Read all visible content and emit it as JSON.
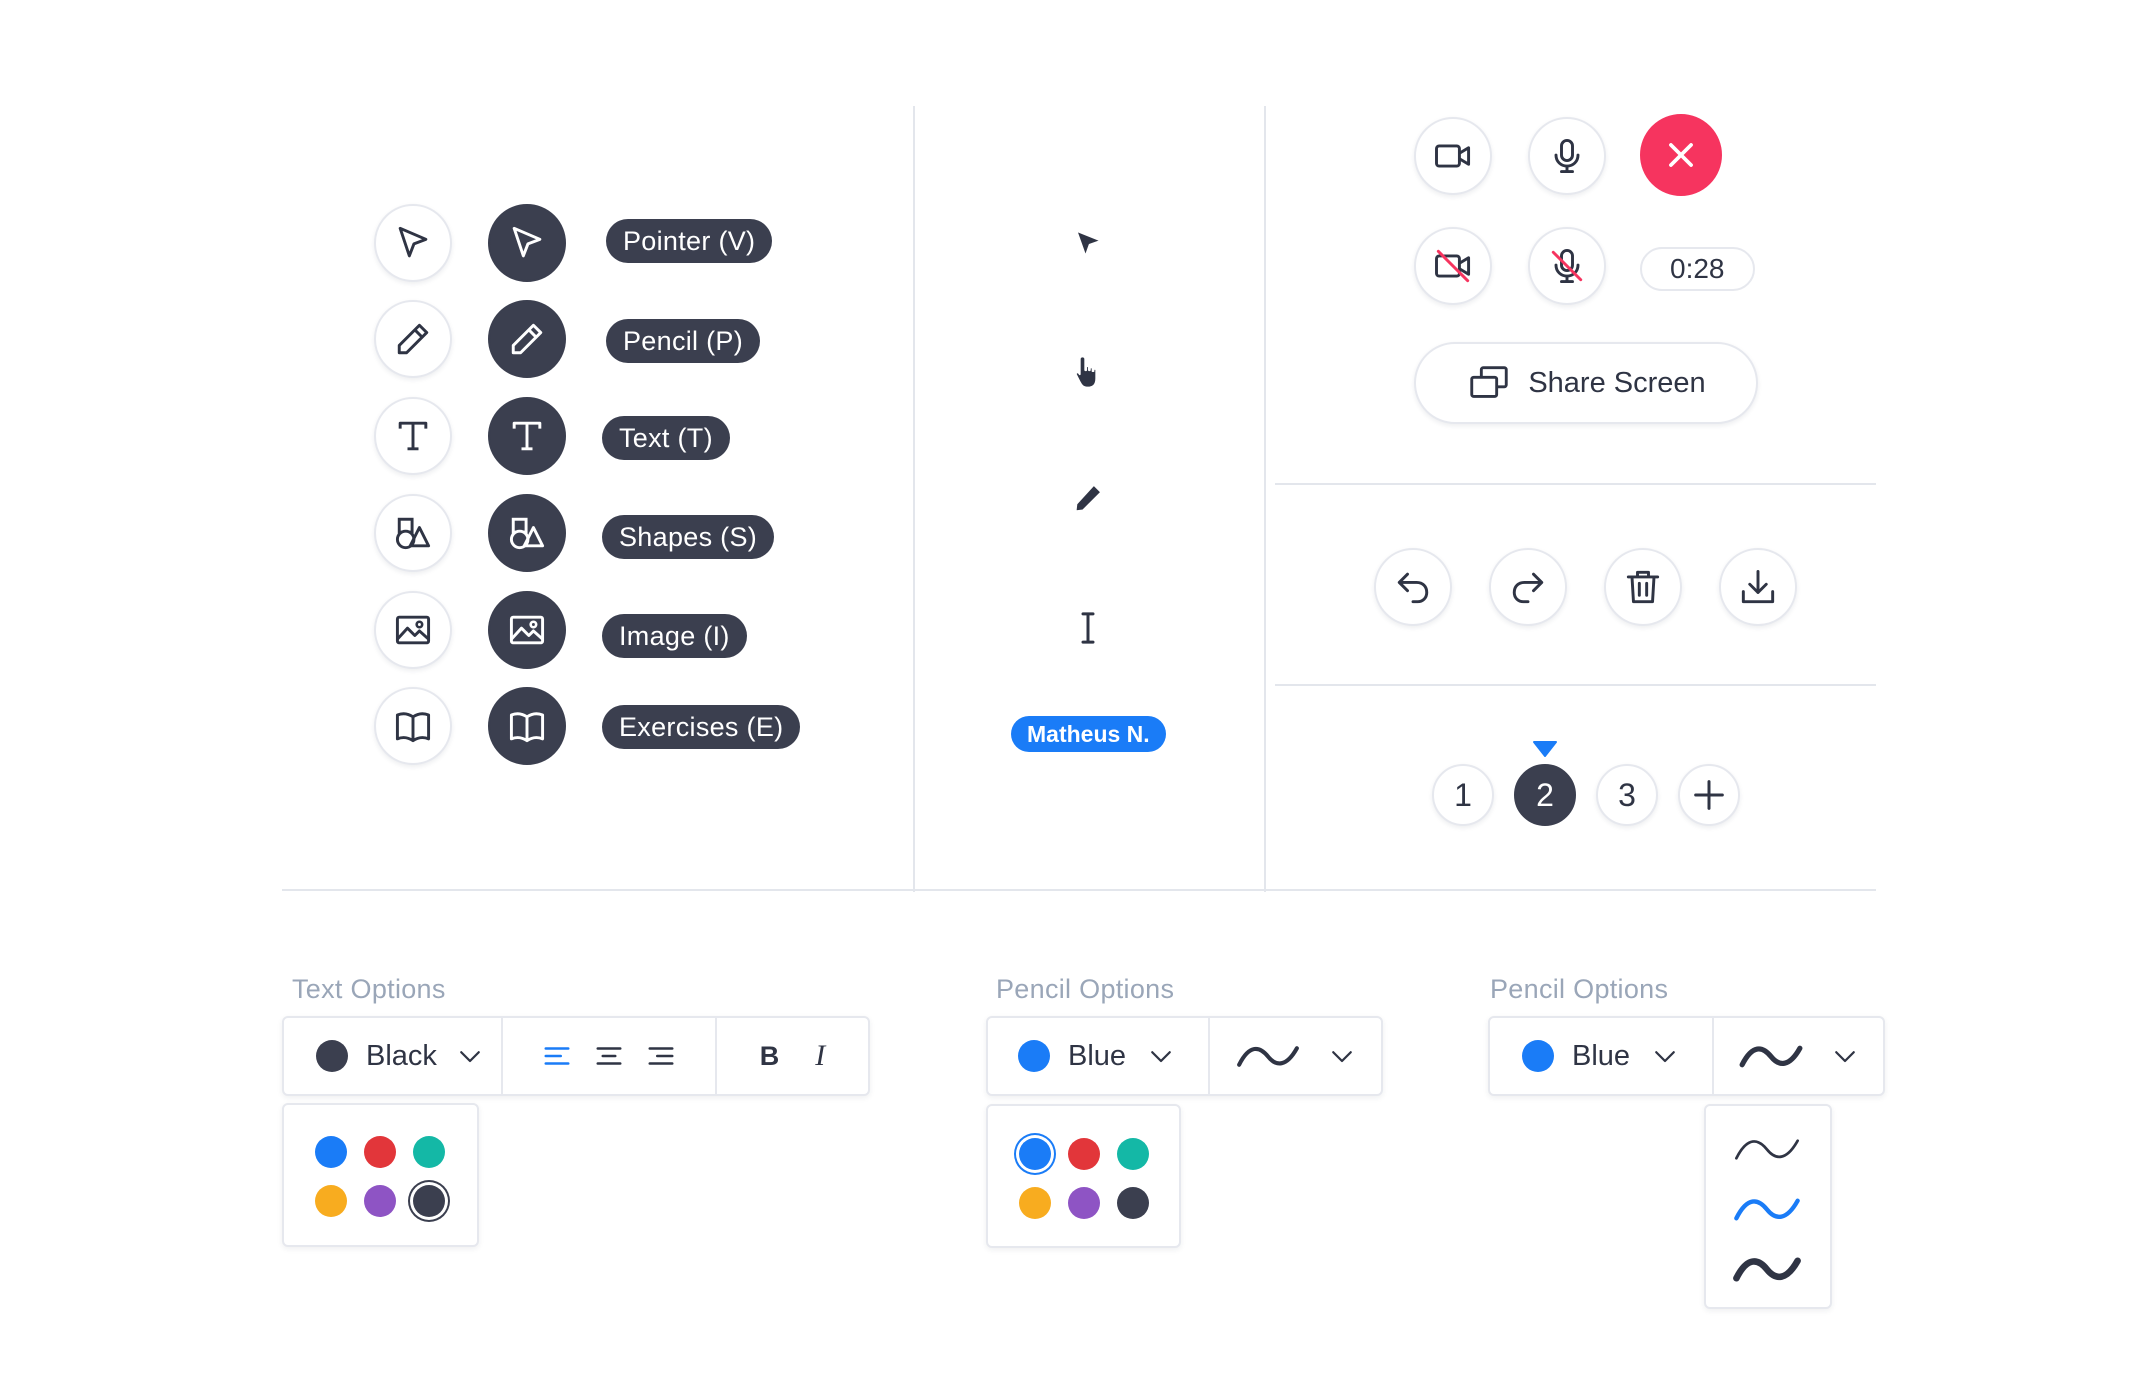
{
  "tools": [
    {
      "name": "pointer",
      "label": "Pointer (V)"
    },
    {
      "name": "pencil",
      "label": "Pencil (P)"
    },
    {
      "name": "text",
      "label": "Text (T)"
    },
    {
      "name": "shapes",
      "label": "Shapes (S)"
    },
    {
      "name": "image",
      "label": "Image (I)"
    },
    {
      "name": "exercises",
      "label": "Exercises (E)"
    }
  ],
  "cursors": {
    "name_tag": "Matheus N."
  },
  "call": {
    "timer": "0:28",
    "share_label": "Share Screen"
  },
  "pages": {
    "items": [
      "1",
      "2",
      "3"
    ],
    "active": "2"
  },
  "text_options": {
    "title": "Text Options",
    "color_label": "Black",
    "bold": "B",
    "italic": "I"
  },
  "pencil_options_1": {
    "title": "Pencil Options",
    "color_label": "Blue"
  },
  "pencil_options_2": {
    "title": "Pencil Options",
    "color_label": "Blue"
  },
  "colors": {
    "blue": "#1a7cf7",
    "red": "#e2363a",
    "teal": "#14b8a6",
    "orange": "#f8ac1f",
    "purple": "#8e54c4",
    "dark": "#3b3f4f",
    "end_call": "#f6345f"
  }
}
